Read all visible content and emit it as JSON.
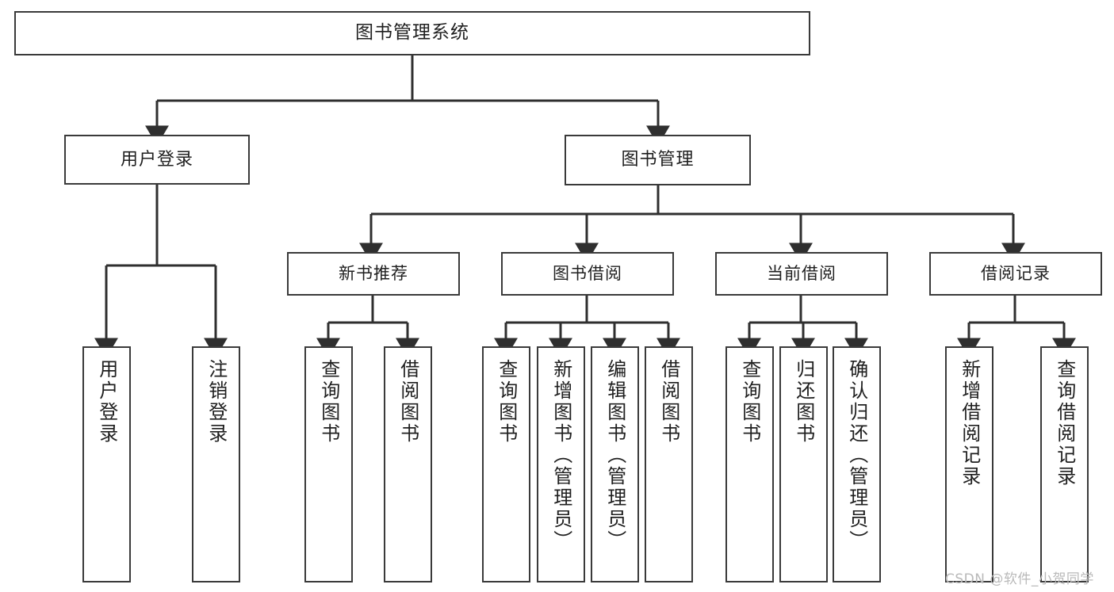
{
  "diagram": {
    "title": "图书管理系统",
    "type": "hierarchy-tree",
    "style": {
      "background": "#ffffff",
      "box_border": "#3a3a3a",
      "box_fill": "#ffffff",
      "connector": "#2f2f2f",
      "text": "#1f1f1f",
      "watermark": "#b9b9b9"
    },
    "root": {
      "label": "图书管理系统"
    },
    "level2": [
      {
        "label": "用户登录"
      },
      {
        "label": "图书管理"
      }
    ],
    "level3": [
      {
        "label": "新书推荐"
      },
      {
        "label": "图书借阅"
      },
      {
        "label": "当前借阅"
      },
      {
        "label": "借阅记录"
      }
    ],
    "leaves": {
      "user_login": [
        {
          "label": "用户登录"
        },
        {
          "label": "注销登录"
        }
      ],
      "new_book_recommend": [
        {
          "label": "查询图书"
        },
        {
          "label": "借阅图书"
        }
      ],
      "book_borrow": [
        {
          "label": "查询图书"
        },
        {
          "label": "新增图书（管理员）"
        },
        {
          "label": "编辑图书（管理员）"
        },
        {
          "label": "借阅图书"
        }
      ],
      "current_borrow": [
        {
          "label": "查询图书"
        },
        {
          "label": "归还图书"
        },
        {
          "label": "确认归还（管理员）"
        }
      ],
      "borrow_record": [
        {
          "label": "新增借阅记录"
        },
        {
          "label": "查询借阅记录"
        }
      ]
    }
  },
  "watermark": {
    "text": "CSDN @软件_小贺同学"
  }
}
